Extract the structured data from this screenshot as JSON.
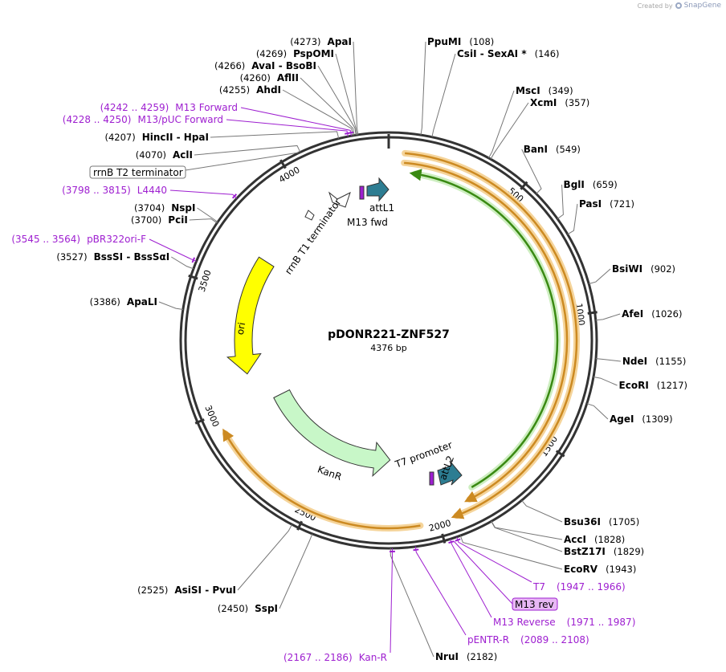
{
  "brand": {
    "created_by": "Created by",
    "name": "SnapGene"
  },
  "plasmid": {
    "name": "pDONR221-ZNF527",
    "length": "4376 bp",
    "length_bp": 4376
  },
  "colors": {
    "backbone": "#333333",
    "primer": "#9e1fd0",
    "orf_fill": "#cc8a22",
    "orf_glow": "#f5d49a",
    "green_fill": "#3a8a13",
    "green_glow": "#cdeec0",
    "ori": "#ffff00",
    "kanr": "#c8f7c8",
    "att": "#2d7d92"
  },
  "ticks": [
    {
      "pos": 500,
      "label": "500"
    },
    {
      "pos": 1000,
      "label": "1000"
    },
    {
      "pos": 1500,
      "label": "1500"
    },
    {
      "pos": 2000,
      "label": "2000"
    },
    {
      "pos": 2500,
      "label": "2500"
    },
    {
      "pos": 3000,
      "label": "3000"
    },
    {
      "pos": 3500,
      "label": "3500"
    },
    {
      "pos": 4000,
      "label": "4000"
    }
  ],
  "enzymes_right": [
    {
      "pos": 108,
      "name": "PpuMI",
      "num": "(108)"
    },
    {
      "pos": 146,
      "name": "CsiI  - SexAI *",
      "num": "(146)"
    },
    {
      "pos": 349,
      "name": "MscI",
      "num": "(349)"
    },
    {
      "pos": 357,
      "name": "XcmI",
      "num": "(357)"
    },
    {
      "pos": 549,
      "name": "BanI",
      "num": "(549)"
    },
    {
      "pos": 659,
      "name": "BglI",
      "num": "(659)"
    },
    {
      "pos": 721,
      "name": "PasI",
      "num": "(721)"
    },
    {
      "pos": 902,
      "name": "BsiWI",
      "num": "(902)"
    },
    {
      "pos": 1026,
      "name": "AfeI",
      "num": "(1026)"
    },
    {
      "pos": 1155,
      "name": "NdeI",
      "num": "(1155)"
    },
    {
      "pos": 1217,
      "name": "EcoRI",
      "num": "(1217)"
    },
    {
      "pos": 1309,
      "name": "AgeI",
      "num": "(1309)"
    },
    {
      "pos": 1705,
      "name": "Bsu36I",
      "num": "(1705)"
    },
    {
      "pos": 1828,
      "name": "AccI",
      "num": "(1828)"
    },
    {
      "pos": 1829,
      "name": "BstZ17I",
      "num": "(1829)"
    },
    {
      "pos": 1943,
      "name": "EcoRV",
      "num": "(1943)"
    },
    {
      "pos": 2182,
      "name": "NruI",
      "num": "(2182)"
    }
  ],
  "enzymes_left": [
    {
      "pos": 4273,
      "name": "ApaI",
      "num": "(4273)"
    },
    {
      "pos": 4269,
      "name": "PspOMI",
      "num": "(4269)"
    },
    {
      "pos": 4266,
      "name": "AvaI  - BsoBI",
      "num": "(4266)"
    },
    {
      "pos": 4260,
      "name": "AflII",
      "num": "(4260)"
    },
    {
      "pos": 4255,
      "name": "AhdI",
      "num": "(4255)"
    },
    {
      "pos": 4207,
      "name": "HincII  - HpaI",
      "num": "(4207)"
    },
    {
      "pos": 4070,
      "name": "AclI",
      "num": "(4070)"
    },
    {
      "pos": 3704,
      "name": "NspI",
      "num": "(3704)"
    },
    {
      "pos": 3700,
      "name": "PciI",
      "num": "(3700)"
    },
    {
      "pos": 3527,
      "name": "BssSI  - BssSαI",
      "num": "(3527)"
    },
    {
      "pos": 3386,
      "name": "ApaLI",
      "num": "(3386)"
    },
    {
      "pos": 2525,
      "name": "AsiSI  - PvuI",
      "num": "(2525)"
    },
    {
      "pos": 2450,
      "name": "SspI",
      "num": "(2450)"
    }
  ],
  "primers_left": [
    {
      "pos": 4250,
      "name": "M13 Forward",
      "range": "(4242 .. 4259)"
    },
    {
      "pos": 4239,
      "name": "M13/pUC Forward",
      "range": "(4228 .. 4250)"
    },
    {
      "pos": 3806,
      "name": "L4440",
      "range": "(3798 .. 3815)"
    },
    {
      "pos": 3554,
      "name": "pBR322ori-F",
      "range": "(3545 .. 3564)"
    }
  ],
  "primers_right": [
    {
      "pos": 1956,
      "name": "T7",
      "range": "(1947 .. 1966)"
    },
    {
      "pos": 1979,
      "name": "M13 Reverse",
      "range": "(1971 .. 1987)"
    },
    {
      "pos": 2098,
      "name": "pENTR-R",
      "range": "(2089 .. 2108)"
    },
    {
      "pos": 2176,
      "name": "Kan-R",
      "range": "(2167 .. 2186)"
    }
  ],
  "boxed_labels": {
    "rrnb_t2": "rrnB T2 terminator",
    "m13_rev": "M13 rev"
  },
  "features": {
    "rrnb_t1": "rrnB T1 terminator",
    "attl1": "attL1",
    "m13fwd": "M13 fwd",
    "t7promoter": "T7 promoter",
    "attl2": "attL2",
    "ori": "ori",
    "kanr": "KanR"
  },
  "arcs": {
    "orf_outer": {
      "start": 60,
      "end": 1930
    },
    "orf_inner": {
      "start": 60,
      "end": 1860
    },
    "green": {
      "start": 110,
      "end": 1830
    },
    "kan_orf": {
      "start": 2070,
      "end": 2920
    },
    "ori": {
      "start": 3120,
      "end": 3680
    },
    "kanr": {
      "start": 2180,
      "end": 2960
    }
  }
}
